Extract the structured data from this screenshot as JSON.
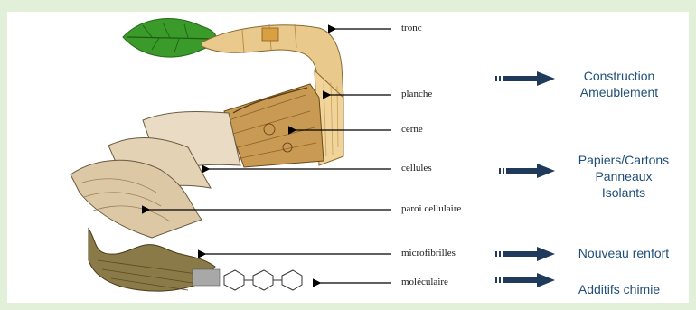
{
  "levels": {
    "tronc": "tronc",
    "planche": "planche",
    "cerne": "cerne",
    "cellules": "cellules",
    "paroi": "paroi cellulaire",
    "microfibrilles": "microfibrilles",
    "moleculaire": "moléculaire"
  },
  "uses": {
    "construction": [
      "Construction",
      "Ameublement"
    ],
    "papiers": [
      "Papiers/Cartons",
      "Panneaux",
      "Isolants"
    ],
    "renfort": [
      "Nouveau renfort"
    ],
    "additifs": [
      "Additifs chimie"
    ]
  },
  "colors": {
    "background": "#e2efd9",
    "use_text": "#1f4e79",
    "arrow": "#1f3a5a",
    "leaf": "#3a9a2a",
    "wood": "#d8b878"
  },
  "icons": [
    "leaf-icon",
    "log-icon",
    "wood-block-icon",
    "cell-sheet-icon",
    "fibril-icon",
    "molecule-icon"
  ]
}
